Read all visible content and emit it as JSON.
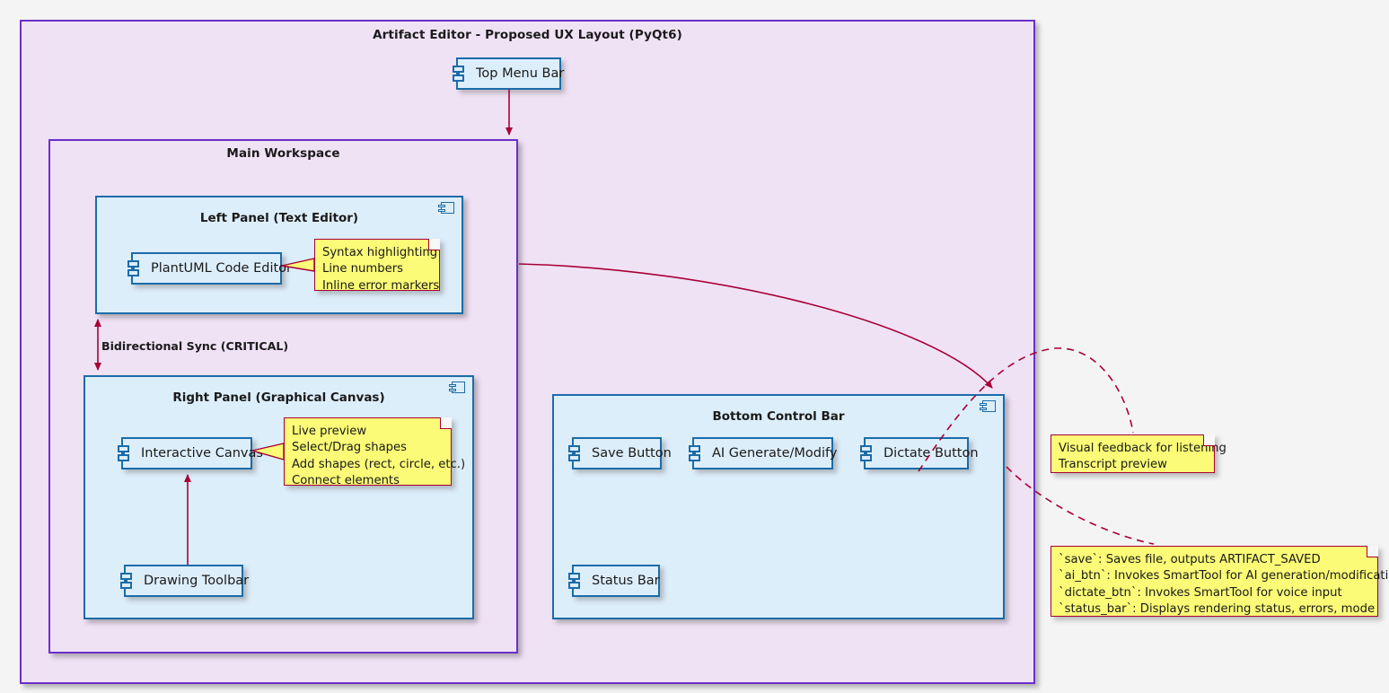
{
  "diagram": {
    "title": "Artifact Editor - Proposed UX Layout (PyQt6)",
    "type": "plantuml-component-diagram"
  },
  "colors": {
    "page_background": "#F4F4F4",
    "package_fill": "#F0E2F5",
    "package_border": "#6B2FC9",
    "component_fill": "#DDEEFB",
    "component_border": "#1B6CA8",
    "note_fill": "#FBFB77",
    "note_border": "#A80036",
    "arrow": "#A80036",
    "text": "#1A1A1A"
  },
  "packages": {
    "root": {
      "title": "Artifact Editor - Proposed UX Layout (PyQt6)"
    },
    "main_workspace": {
      "title": "Main Workspace"
    }
  },
  "panels": {
    "left_panel": {
      "title": "Left Panel (Text Editor)"
    },
    "right_panel": {
      "title": "Right Panel (Graphical Canvas)"
    },
    "bottom_bar": {
      "title": "Bottom Control Bar"
    }
  },
  "components": {
    "top_menu_bar": "Top Menu Bar",
    "plantuml_code_editor": "PlantUML Code Editor",
    "interactive_canvas": "Interactive Canvas",
    "drawing_toolbar": "Drawing Toolbar",
    "save_button": "Save Button",
    "ai_generate_modify": "AI Generate/Modify",
    "dictate_button": "Dictate Button",
    "status_bar": "Status Bar"
  },
  "notes": {
    "editor_features": {
      "lines": [
        "Syntax highlighting",
        "Line numbers",
        "Inline error markers"
      ]
    },
    "canvas_features": {
      "lines": [
        "Live preview",
        "Select/Drag shapes",
        "Add shapes (rect, circle, etc.)",
        "Connect elements"
      ]
    },
    "dictate_feedback": {
      "lines": [
        "Visual feedback for listening",
        "Transcript preview"
      ]
    },
    "control_bar_behaviour": {
      "lines": [
        "`save`: Saves file, outputs ARTIFACT_SAVED",
        "`ai_btn`: Invokes SmartTool for AI generation/modification",
        "`dictate_btn`: Invokes SmartTool for voice input",
        "`status_bar`: Displays rendering status, errors, mode"
      ]
    }
  },
  "edges": {
    "sync_label": "Bidirectional Sync (CRITICAL)"
  }
}
